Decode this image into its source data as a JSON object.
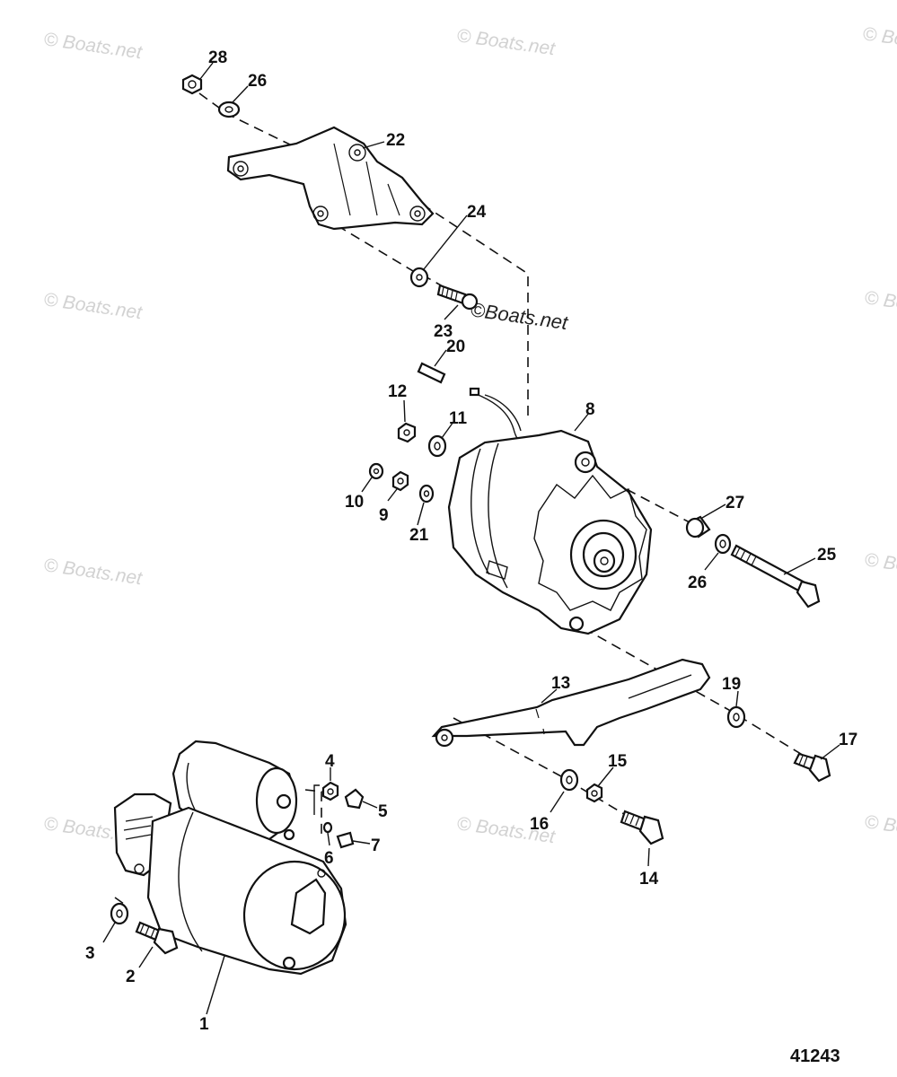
{
  "watermark": "© Boats.net",
  "center_watermark": "©Boats.net",
  "figure_number": "41243",
  "callouts": [
    {
      "id": "c28",
      "label": "28"
    },
    {
      "id": "c26a",
      "label": "26"
    },
    {
      "id": "c22",
      "label": "22"
    },
    {
      "id": "c24",
      "label": "24"
    },
    {
      "id": "c23",
      "label": "23"
    },
    {
      "id": "c20",
      "label": "20"
    },
    {
      "id": "c12",
      "label": "12"
    },
    {
      "id": "c11",
      "label": "11"
    },
    {
      "id": "c8",
      "label": "8"
    },
    {
      "id": "c10",
      "label": "10"
    },
    {
      "id": "c9",
      "label": "9"
    },
    {
      "id": "c21",
      "label": "21"
    },
    {
      "id": "c27",
      "label": "27"
    },
    {
      "id": "c25",
      "label": "25"
    },
    {
      "id": "c26b",
      "label": "26"
    },
    {
      "id": "c13",
      "label": "13"
    },
    {
      "id": "c19",
      "label": "19"
    },
    {
      "id": "c17",
      "label": "17"
    },
    {
      "id": "c15",
      "label": "15"
    },
    {
      "id": "c16",
      "label": "16"
    },
    {
      "id": "c14",
      "label": "14"
    },
    {
      "id": "c4",
      "label": "4"
    },
    {
      "id": "c5",
      "label": "5"
    },
    {
      "id": "c6",
      "label": "6"
    },
    {
      "id": "c7",
      "label": "7"
    },
    {
      "id": "c3",
      "label": "3"
    },
    {
      "id": "c2",
      "label": "2"
    },
    {
      "id": "c1",
      "label": "1"
    }
  ]
}
